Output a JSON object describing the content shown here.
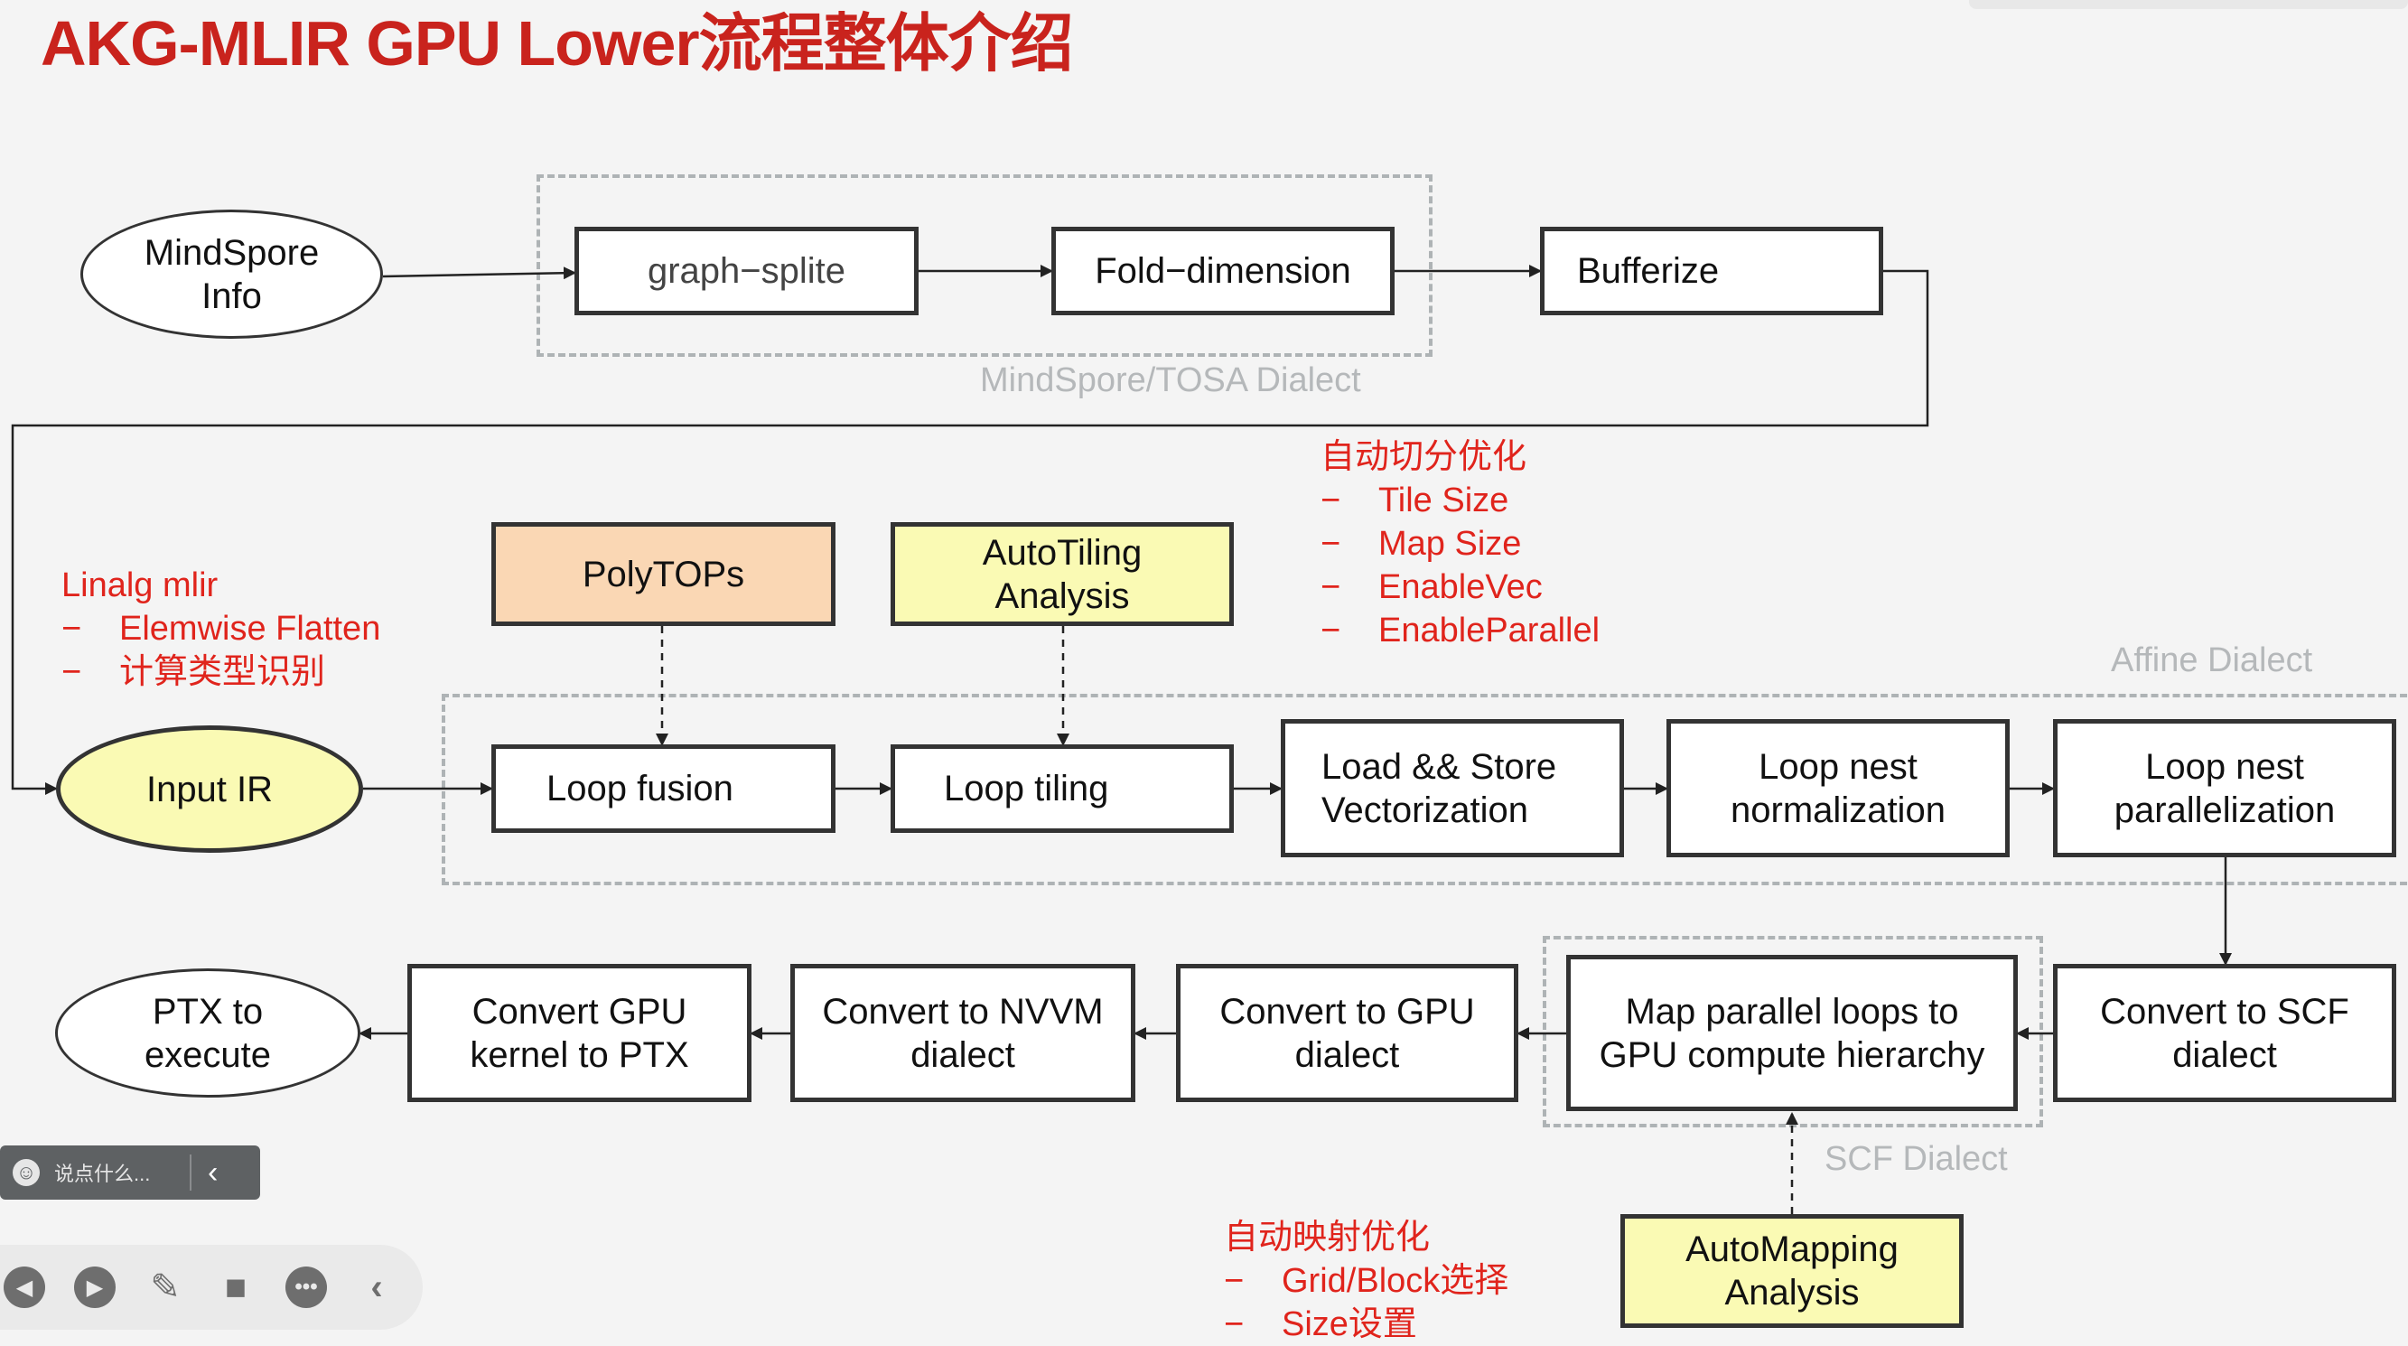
{
  "slide": {
    "title": "AKG-MLIR GPU Lower流程整体介绍",
    "regions": {
      "mindspore_tosa": "MindSpore/TOSA Dialect",
      "affine": "Affine Dialect",
      "scf": "SCF Dialect"
    },
    "nodes": {
      "mindspore_info": "MindSpore\nInfo",
      "graph_split": "graph−splite",
      "fold_dimension": "Fold−dimension",
      "bufferize": "Bufferize",
      "polytops": "PolyTOPs",
      "autotiling": "AutoTiling\nAnalysis",
      "input_ir": "Input IR",
      "loop_fusion": "Loop fusion",
      "loop_tiling": "Loop tiling",
      "vectorization": "Load && Store\nVectorization",
      "normalization": "Loop nest\nnormalization",
      "parallelization": "Loop nest\nparallelization",
      "convert_scf": "Convert to SCF\ndialect",
      "map_parallel": "Map parallel loops to\nGPU compute hierarchy",
      "convert_gpu": "Convert to GPU\ndialect",
      "convert_nvvm": "Convert to NVVM\ndialect",
      "convert_ptx": "Convert GPU\nkernel to PTX",
      "ptx_execute": "PTX to\nexecute",
      "automapping": "AutoMapping\nAnalysis"
    },
    "notes": {
      "linalg": {
        "title": "Linalg mlir",
        "items": [
          "Elemwise Flatten",
          "计算类型识别"
        ]
      },
      "auto_tiling_opt": {
        "title": "自动切分优化",
        "items": [
          "Tile Size",
          "Map Size",
          "EnableVec",
          "EnableParallel"
        ]
      },
      "auto_mapping_opt": {
        "title": "自动映射优化",
        "items": [
          "Grid/Block选择",
          "Size设置"
        ]
      },
      "dash": "−"
    },
    "colors": {
      "title": "#c9231d",
      "note_text": "#e0241c",
      "peach_fill": "#fad7b4",
      "yellow_fill": "#fafab4",
      "region_border": "#aeb3b5"
    }
  },
  "overlay": {
    "chat_placeholder": "说点什么...",
    "icons": [
      "smile-icon",
      "chevron-left-icon",
      "prev-icon",
      "play-icon",
      "pen-icon",
      "camera-icon",
      "more-icon",
      "collapse-icon"
    ]
  }
}
